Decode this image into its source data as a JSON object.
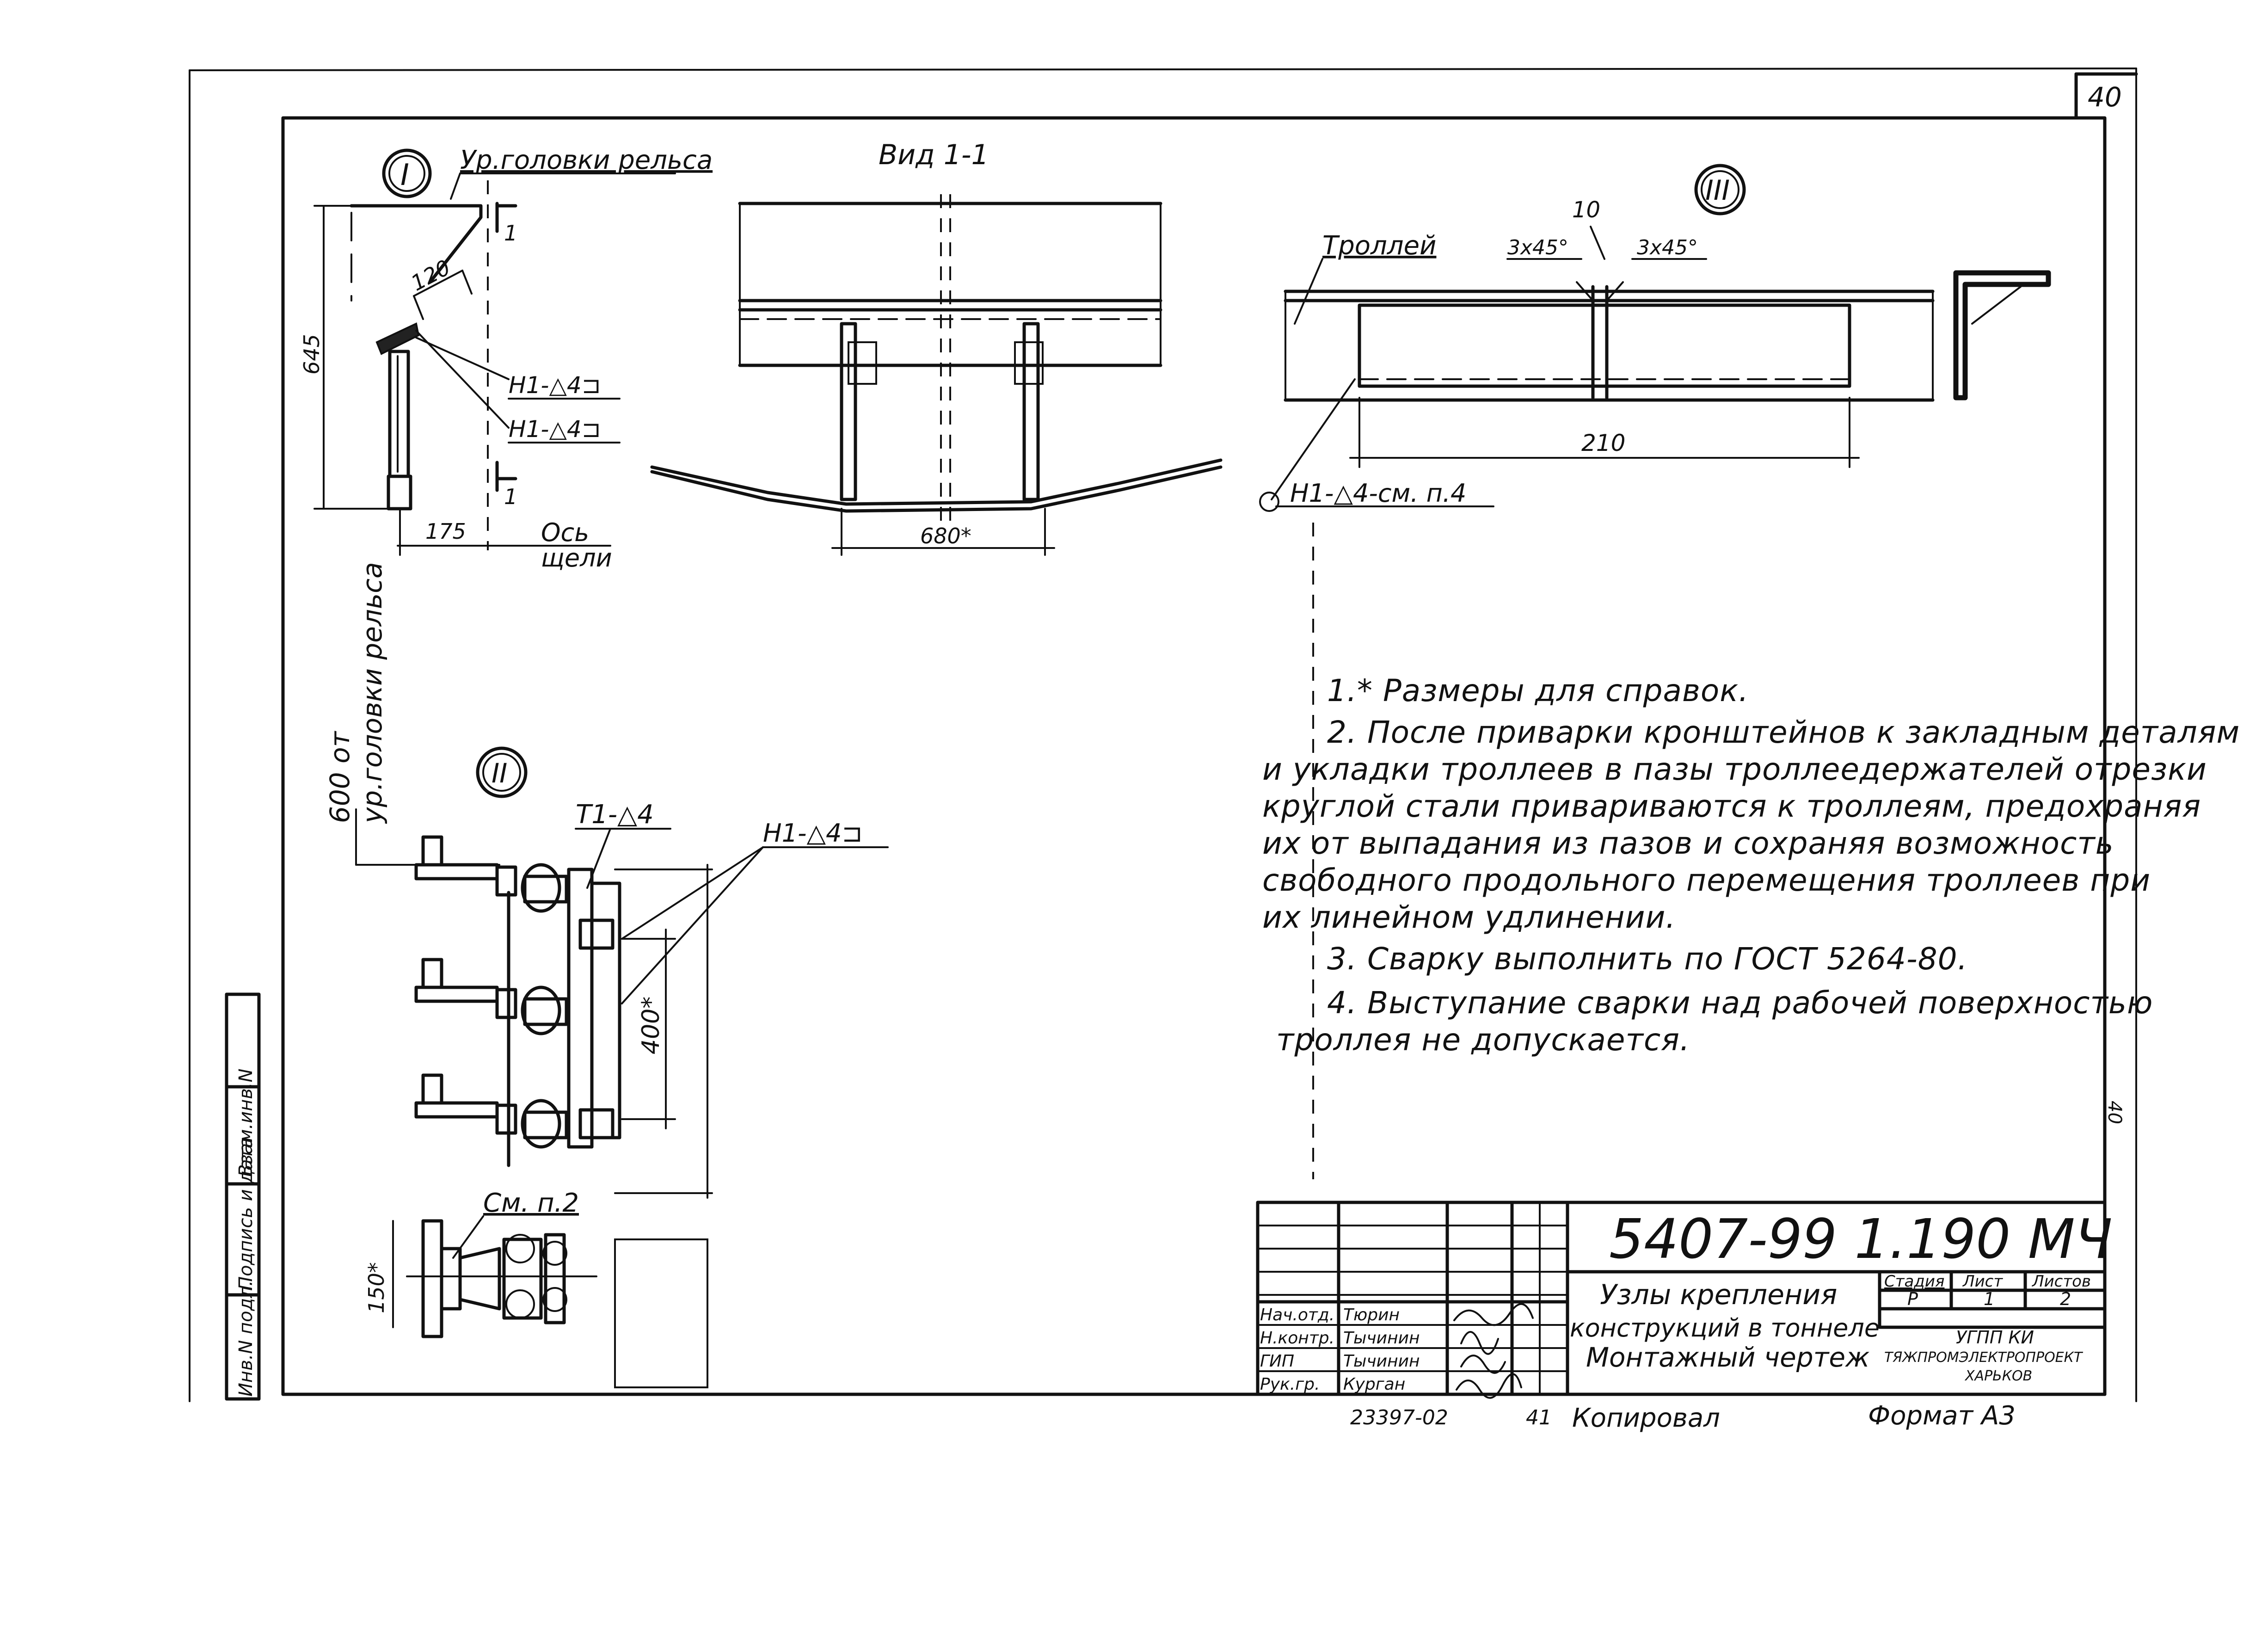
{
  "sheet_number": "40",
  "margin_number": "40",
  "detail_one": {
    "marker": "I",
    "rail_head_label": "Ур.головки рельса",
    "dim_height": "645",
    "dim_bevel": "120",
    "weld_upper": "Н1-△4⊐",
    "weld_lower": "Н1-△4⊐",
    "dim_bottom": "175",
    "axis_label_1": "Ось",
    "axis_label_2": "щели",
    "section_mark": "1"
  },
  "view_one": {
    "title": "Вид 1-1",
    "dim_width": "680*"
  },
  "detail_three": {
    "marker": "III",
    "trolley_label": "Троллей",
    "dim_gap": "10",
    "chamfer_left": "3х45°",
    "chamfer_right": "3х45°",
    "dim_length": "210",
    "weld_note": "Н1-△4-см. п.4"
  },
  "detail_two": {
    "marker": "II",
    "vertical_label_1": "600 от",
    "vertical_label_2": "ур.головки рельса",
    "weld_t1": "Т1-△4",
    "weld_h1": "Н1-△4⊐",
    "dim_spacing": "400*",
    "see_note": "См. п.2",
    "dim_side": "150*"
  },
  "notes": [
    "1.* Размеры для справок.",
    "2. После приварки кронштейнов к закладным деталям",
    "и укладки троллеев в пазы троллеедержателей отрезки",
    "круглой стали привариваются к троллеям, предохраняя",
    "их от выпадания из пазов и сохраняя возможность",
    "свободного продольного перемещения троллеев при",
    "их линейном удлинении.",
    "3. Сварку выполнить по ГОСТ 5264-80.",
    "4. Выступание сварки над рабочей поверхностью",
    "троллея не допускается."
  ],
  "side_strip": {
    "inv_orig": "Инв.N подл.",
    "sign_date": "Подпись и дата",
    "replace": "Взам.инв.N"
  },
  "title_block": {
    "code": "5407-99 1.190 МЧ",
    "title_lines": [
      "Узлы крепления",
      "конструкций в тоннеле",
      "Монтажный чертеж"
    ],
    "stage_header": "Стадия",
    "sheet_header": "Лист",
    "sheets_header": "Листов",
    "stage_value": "Р",
    "sheet_value": "1",
    "sheets_value": "2",
    "org_lines": [
      "УГПП КИ",
      "ТЯЖПРОМЭЛЕКТРОПРОЕКТ",
      "ХАРЬКОВ"
    ],
    "roles": [
      {
        "role": "Нач.отд.",
        "name": "Тюрин"
      },
      {
        "role": "Н.контр.",
        "name": "Тычинин"
      },
      {
        "role": "ГИП",
        "name": "Тычинин"
      },
      {
        "role": "Рук.гр.",
        "name": "Курган"
      }
    ]
  },
  "footer": {
    "doc_number": "23397-02",
    "copy_note": "41",
    "copied_by": "Копировал",
    "format": "Формат А3"
  }
}
